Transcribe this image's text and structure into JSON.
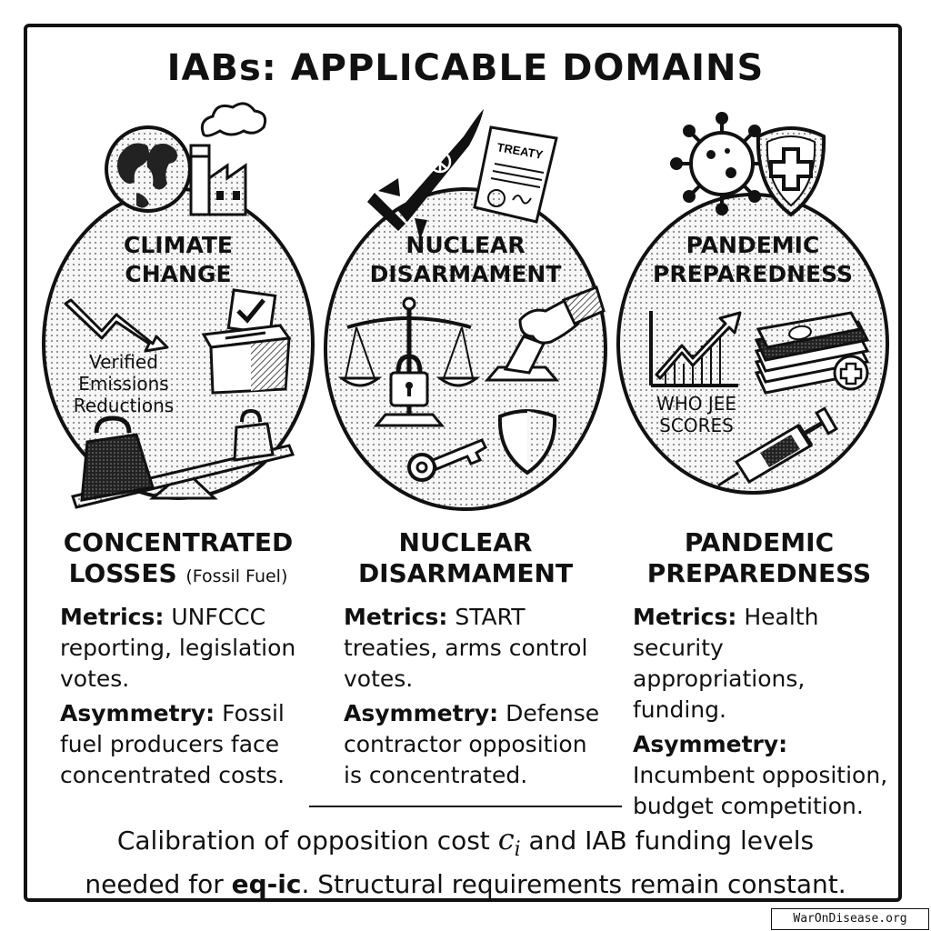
{
  "title": "IABs: APPLICABLE DOMAINS",
  "columns": [
    {
      "oval_label": [
        "CLIMATE",
        "CHANGE"
      ],
      "oval_note": [
        "Verified",
        "Emissions",
        "Reductions"
      ],
      "heading_lines": [
        "CONCENTRATED",
        "LOSSES"
      ],
      "heading_sub": "(Fossil Fuel)",
      "metrics_label": "Metrics:",
      "metrics_text": "UNFCCC reporting, legislation votes.",
      "asym_label": "Asymmetry:",
      "asym_text": "Fossil fuel producers face concentrated costs."
    },
    {
      "oval_label": [
        "NUCLEAR",
        "DISARMAMENT"
      ],
      "icon_text": "TREATY",
      "heading_lines": [
        "NUCLEAR",
        "DISARMAMENT"
      ],
      "metrics_label": "Metrics:",
      "metrics_text": "START treaties, arms control votes.",
      "asym_label": "Asymmetry:",
      "asym_text": "Defense contractor opposition is concentrated."
    },
    {
      "oval_label": [
        "PANDEMIC",
        "PREPAREDNESS"
      ],
      "oval_note": [
        "WHO JEE",
        "SCORES"
      ],
      "heading_lines": [
        "PANDEMIC",
        "PREPAREDNESS"
      ],
      "metrics_label": "Metrics:",
      "metrics_text": "Health security appropriations, funding.",
      "asym_label": "Asymmetry:",
      "asym_text": "Incumbent opposition, budget competition."
    }
  ],
  "footer": {
    "line1_a": "Calibration of opposition cost ",
    "symbol": "c",
    "symbol_sub": "i",
    "line1_b": " and IAB funding levels",
    "line2_a": "needed for ",
    "line2_bold": "eq-ic",
    "line2_b": ". Structural requirements remain constant."
  },
  "watermark": "WarOnDisease.org",
  "colors": {
    "ink": "#111111",
    "paper": "#ffffff",
    "dot_fill": "#d8d8d8"
  }
}
